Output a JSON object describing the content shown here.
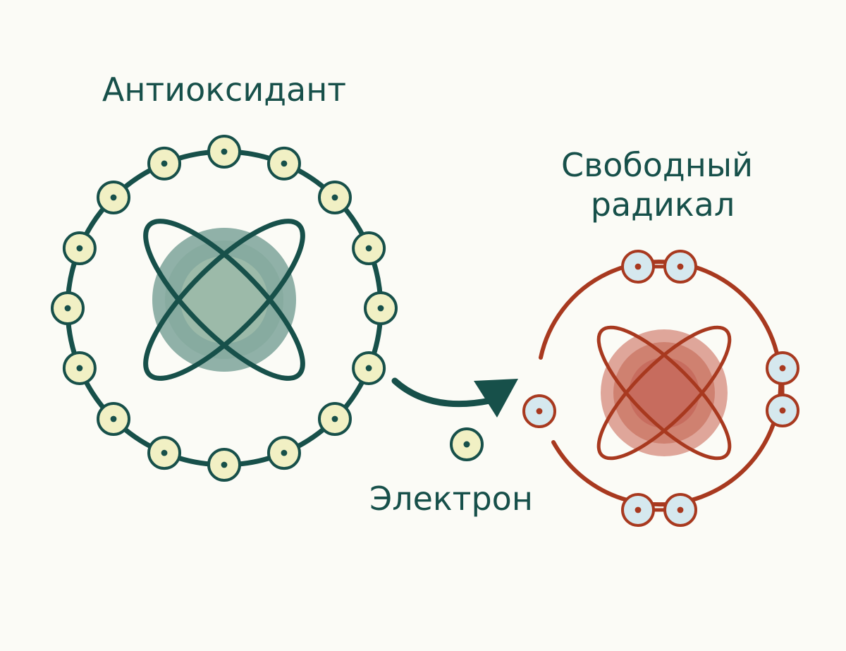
{
  "labels": {
    "antioxidant": "Антиоксидант",
    "free_radical_line1": "Свободный",
    "free_radical_line2": "радикал",
    "electron": "Электрон"
  },
  "colors": {
    "background": "#fbfbf6",
    "antioxidant": "#17504a",
    "antioxidant_nucleus": "#6f9a90",
    "antioxidant_electron_fill": "#f1f0c4",
    "radical": "#a8391f",
    "radical_nucleus": "#d98c7c",
    "radical_electron_fill": "#d5e8ee"
  },
  "icons": {
    "transfer_arrow": "curved-arrow-right-icon"
  }
}
